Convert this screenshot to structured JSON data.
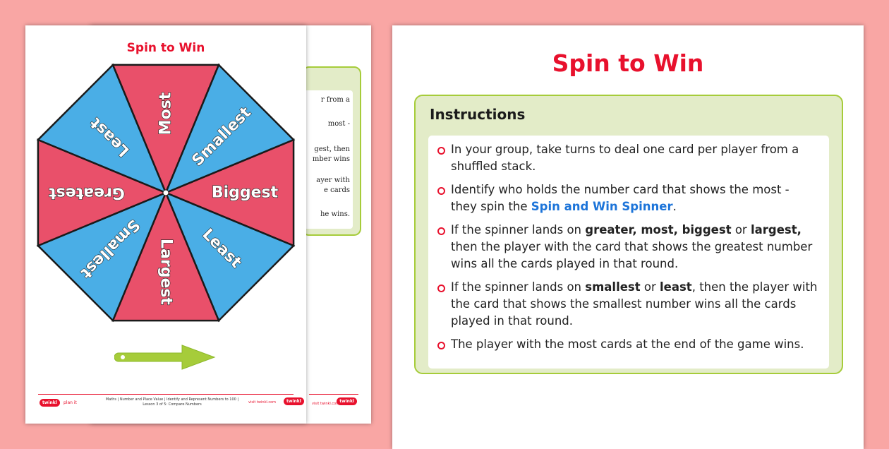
{
  "left_page": {
    "title": "Spin to Win",
    "spinner_segments": [
      {
        "label": "Biggest",
        "color": "#e9506a"
      },
      {
        "label": "Least",
        "color": "#4aaee6"
      },
      {
        "label": "Largest",
        "color": "#e9506a"
      },
      {
        "label": "Smallest",
        "color": "#4aaee6"
      },
      {
        "label": "Greatest",
        "color": "#e9506a"
      },
      {
        "label": "Least",
        "color": "#4aaee6"
      },
      {
        "label": "Most",
        "color": "#e9506a"
      },
      {
        "label": "Smallest",
        "color": "#4aaee6"
      }
    ],
    "arrow_color": "#a6cc3a",
    "footer": {
      "logo": "twinkl",
      "plan": "plan it",
      "line1": "Maths | Number and Place Value | Identify and Represent Numbers to 100 |",
      "line2": "Lesson 3 of 5: Compare Numbers",
      "site": "visit twinkl.com"
    }
  },
  "back_page": {
    "fragments": [
      "r from a",
      "most -",
      "gest, then",
      "mber wins",
      "ayer with",
      "e cards",
      "he wins."
    ],
    "site": "visit twinkl.com"
  },
  "right_page": {
    "title": "Spin to Win",
    "heading": "Instructions",
    "items": [
      [
        {
          "t": "In your group, take  turns to deal one card per player from a shuffled stack."
        }
      ],
      [
        {
          "t": "Identify who holds the number card that shows the most - they spin the "
        },
        {
          "t": "Spin and Win Spinner",
          "s": "lk"
        },
        {
          "t": "."
        }
      ],
      [
        {
          "t": "If the spinner lands on "
        },
        {
          "t": "greater, most, biggest",
          "s": "b"
        },
        {
          "t": " or "
        },
        {
          "t": "largest,",
          "s": "b"
        },
        {
          "t": " then the player with the card that shows the greatest number wins all the cards played in that round."
        }
      ],
      [
        {
          "t": "If the spinner lands on "
        },
        {
          "t": "smallest",
          "s": "b"
        },
        {
          "t": " or "
        },
        {
          "t": "least",
          "s": "b"
        },
        {
          "t": ", then the player with the card that shows the smallest number wins all the cards played in that round."
        }
      ],
      [
        {
          "t": "The player with the most cards at the end of the game wins."
        }
      ]
    ]
  }
}
